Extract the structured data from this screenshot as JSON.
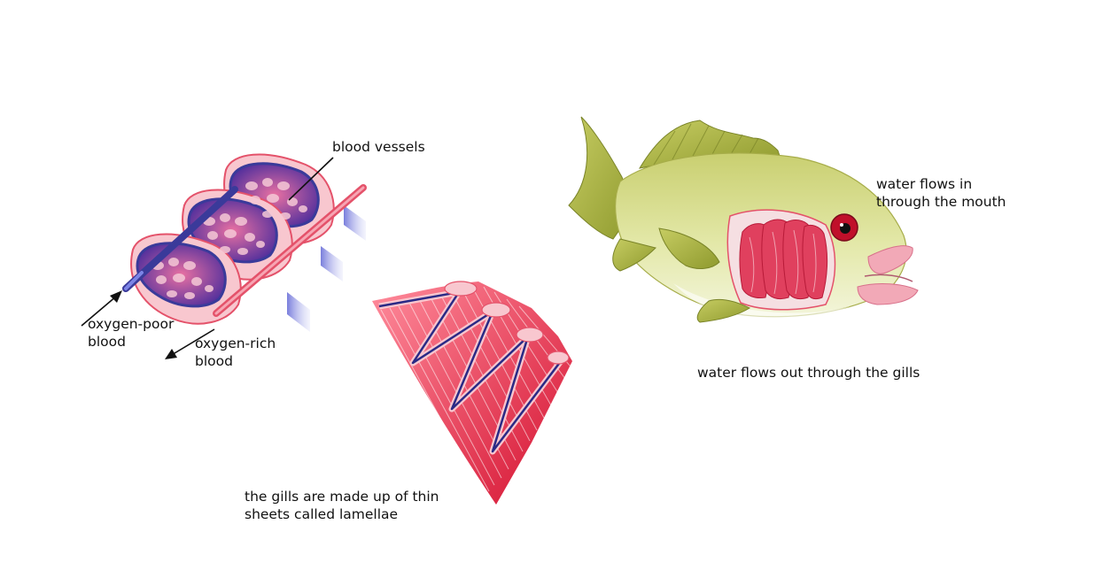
{
  "labels": {
    "blood_vessels": "blood vessels",
    "oxygen_poor": [
      "oxygen-poor",
      "blood"
    ],
    "oxygen_rich": [
      "oxygen-rich",
      "blood"
    ],
    "water_in": [
      "water flows in",
      "through the mouth"
    ],
    "water_out": "water flows out through the gills",
    "lamellae": [
      "the gills are made up of thin",
      "sheets called lamellae"
    ]
  },
  "colors": {
    "fish_body": "#dfe6a0",
    "fish_fin": "#b8bf55",
    "gill": "#e0405e",
    "lip": "#f2a9b7",
    "eye": "#c0102a",
    "vessel_blue": "#3a3a9a",
    "vessel_red": "#e4526a",
    "lamella_pink": "#f8c7cf",
    "water_flow": "#9a9ee6",
    "text": "#111111"
  }
}
